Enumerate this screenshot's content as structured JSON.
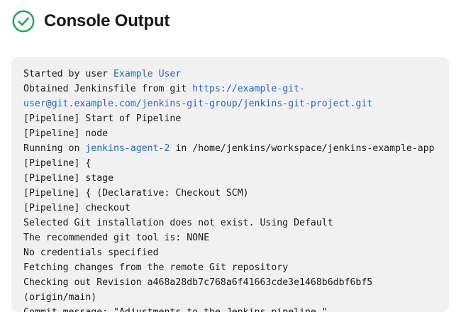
{
  "header": {
    "title": "Console Output",
    "status_icon": "check-circle-icon",
    "status_color": "#17a34a"
  },
  "theme": {
    "page_background": "#ffffff",
    "panel_background": "#f1f1f2",
    "text_color": "#1a1a1a",
    "muted_color": "#b2b2b4",
    "link_color": "#2463d1"
  },
  "console": {
    "lines": [
      {
        "style": "normal",
        "segments": [
          {
            "kind": "text",
            "text": "Started by user "
          },
          {
            "kind": "link",
            "text": "Example User"
          }
        ]
      },
      {
        "style": "normal",
        "segments": [
          {
            "kind": "text",
            "text": "Obtained Jenkinsfile from git "
          },
          {
            "kind": "link",
            "text": "https://example-git-user@git.example.com/jenkins-git-group/jenkins-git-project.git"
          }
        ]
      },
      {
        "style": "muted",
        "segments": [
          {
            "kind": "text",
            "text": "[Pipeline] Start of Pipeline"
          }
        ]
      },
      {
        "style": "muted",
        "segments": [
          {
            "kind": "text",
            "text": "[Pipeline] node"
          }
        ]
      },
      {
        "style": "normal",
        "segments": [
          {
            "kind": "text",
            "text": "Running on "
          },
          {
            "kind": "link",
            "text": "jenkins-agent-2"
          },
          {
            "kind": "text",
            "text": " in /home/jenkins/workspace/jenkins-example-app"
          }
        ]
      },
      {
        "style": "muted",
        "segments": [
          {
            "kind": "text",
            "text": "[Pipeline] {"
          }
        ]
      },
      {
        "style": "muted",
        "segments": [
          {
            "kind": "text",
            "text": "[Pipeline] stage"
          }
        ]
      },
      {
        "style": "muted",
        "segments": [
          {
            "kind": "text",
            "text": "[Pipeline] { (Declarative: Checkout SCM)"
          }
        ]
      },
      {
        "style": "muted",
        "segments": [
          {
            "kind": "text",
            "text": "[Pipeline] checkout"
          }
        ]
      },
      {
        "style": "normal",
        "segments": [
          {
            "kind": "text",
            "text": "Selected Git installation does not exist. Using Default"
          }
        ]
      },
      {
        "style": "normal",
        "segments": [
          {
            "kind": "text",
            "text": "The recommended git tool is: NONE"
          }
        ]
      },
      {
        "style": "normal",
        "segments": [
          {
            "kind": "text",
            "text": "No credentials specified"
          }
        ]
      },
      {
        "style": "normal",
        "segments": [
          {
            "kind": "text",
            "text": "Fetching changes from the remote Git repository"
          }
        ]
      },
      {
        "style": "normal",
        "segments": [
          {
            "kind": "text",
            "text": "Checking out Revision a468a28db7c768a6f41663cde3e1468b6dbf6bf5 (origin/main)"
          }
        ]
      },
      {
        "style": "normal",
        "segments": [
          {
            "kind": "text",
            "text": "Commit message: \"Adjustments to the Jenkins pipeline.\""
          }
        ]
      }
    ]
  }
}
